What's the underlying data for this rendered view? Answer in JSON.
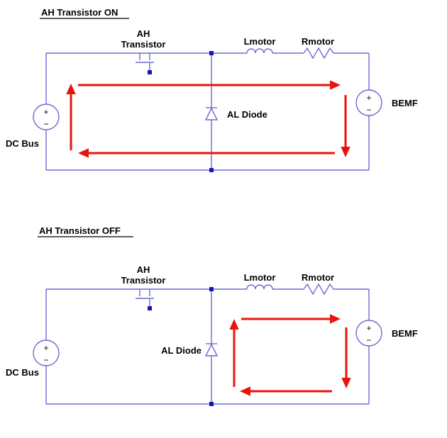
{
  "colors": {
    "wire": "#6b6bcf",
    "junction": "#1515b5",
    "arrow": "#e8140c",
    "text": "#000000",
    "background": "#ffffff"
  },
  "diagram_on": {
    "title": "AH Transistor ON",
    "transistor_line1": "AH",
    "transistor_line2": "Transistor",
    "inductor": "Lmotor",
    "resistor": "Rmotor",
    "diode": "AL Diode",
    "source": "DC Bus",
    "bemf": "BEMF",
    "plus": "+",
    "minus": "−"
  },
  "diagram_off": {
    "title": "AH Transistor OFF",
    "transistor_line1": "AH",
    "transistor_line2": "Transistor",
    "inductor": "Lmotor",
    "resistor": "Rmotor",
    "diode": "AL Diode",
    "source": "DC Bus",
    "bemf": "BEMF",
    "plus": "+",
    "minus": "−"
  }
}
